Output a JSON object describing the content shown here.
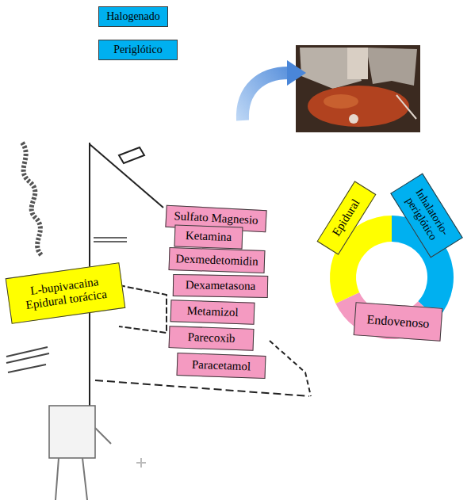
{
  "diagram": {
    "nodes": [
      {
        "text": [
          "Halogenado"
        ]
      },
      {
        "text": [
          "Periglótico"
        ]
      },
      {
        "text": [
          "Epidural"
        ]
      },
      {
        "text": [
          "Inhalatorio-periglótico"
        ]
      },
      {
        "text": [
          "Sulfato Magnesio"
        ]
      },
      {
        "text": [
          "Ketamina"
        ]
      },
      {
        "text": [
          "L-bupivacaina Epidural torácica"
        ]
      },
      {
        "text": [
          "Dexmedetomidin"
        ]
      },
      {
        "text": [
          "Dexametasona"
        ]
      },
      {
        "text": [
          "Endovenoso"
        ]
      },
      {
        "text": [
          "Metamizol"
        ]
      },
      {
        "text": [
          "Parecoxib"
        ]
      },
      {
        "text": [
          "Paracetamol"
        ]
      }
    ]
  }
}
